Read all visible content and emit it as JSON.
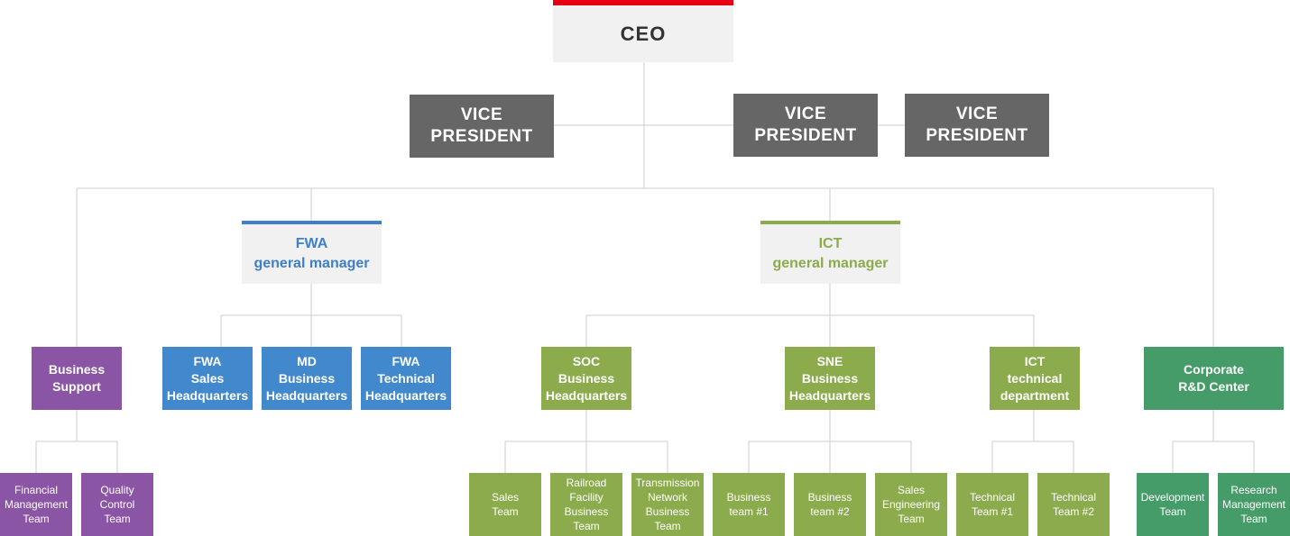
{
  "colors": {
    "ceo_accent": "#e60012",
    "vice_president": "#666666",
    "fwa": "#3f7fc7",
    "ict": "#8bab4c",
    "business_support": "#8b55a5",
    "corporate_rnd": "#459c69",
    "connector": "#cccccc"
  },
  "ceo": {
    "label": "CEO"
  },
  "vice_presidents": [
    {
      "label": "VICE\nPRESIDENT"
    },
    {
      "label": "VICE\nPRESIDENT"
    },
    {
      "label": "VICE\nPRESIDENT"
    }
  ],
  "general_managers": {
    "fwa": {
      "label": "FWA\ngeneral manager"
    },
    "ict": {
      "label": "ICT\ngeneral manager"
    }
  },
  "departments": {
    "business_support": {
      "label": "Business\nSupport"
    },
    "fwa_sales": {
      "label": "FWA\nSales\nHeadquarters"
    },
    "md_business": {
      "label": "MD\nBusiness\nHeadquarters"
    },
    "fwa_technical": {
      "label": "FWA\nTechnical\nHeadquarters"
    },
    "soc_business": {
      "label": "SOC\nBusiness\nHeadquarters"
    },
    "sne_business": {
      "label": "SNE\nBusiness\nHeadquarters"
    },
    "ict_technical": {
      "label": "ICT\ntechnical\ndepartment"
    },
    "corporate_rnd": {
      "label": "Corporate\nR&D Center"
    }
  },
  "teams": {
    "financial_management": {
      "label": "Financial\nManagement\nTeam"
    },
    "quality_control": {
      "label": "Quality\nControl\nTeam"
    },
    "sales": {
      "label": "Sales\nTeam"
    },
    "railroad_facility": {
      "label": "Railroad\nFacility\nBusiness\nTeam"
    },
    "transmission_network": {
      "label": "Transmission\nNetwork\nBusiness\nTeam"
    },
    "business_team_1": {
      "label": "Business\nteam #1"
    },
    "business_team_2": {
      "label": "Business\nteam #2"
    },
    "sales_engineering": {
      "label": "Sales\nEngineering\nTeam"
    },
    "technical_team_1": {
      "label": "Technical\nTeam #1"
    },
    "technical_team_2": {
      "label": "Technical\nTeam #2"
    },
    "development": {
      "label": "Development\nTeam"
    },
    "research_management": {
      "label": "Research\nManagement\nTeam"
    }
  }
}
